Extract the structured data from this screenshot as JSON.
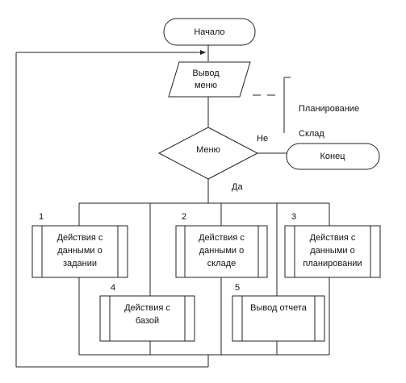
{
  "diagram": {
    "start": "Начало",
    "menu_output": [
      "Вывод",
      "меню"
    ],
    "decision": "Меню",
    "no_label": "Не",
    "yes_label": "Да",
    "end": "Конец",
    "comment": [
      "Планирование",
      "Склад"
    ],
    "blocks": [
      {
        "num": "1",
        "lines": [
          "Действия с",
          "данными о",
          "задании"
        ]
      },
      {
        "num": "2",
        "lines": [
          "Действия с",
          "данными о",
          "складе"
        ]
      },
      {
        "num": "3",
        "lines": [
          "Действия с",
          "данными о",
          "планировании"
        ]
      },
      {
        "num": "4",
        "lines": [
          "Действия с",
          "базой"
        ]
      },
      {
        "num": "5",
        "lines": [
          "Вывод отчета"
        ]
      }
    ]
  }
}
